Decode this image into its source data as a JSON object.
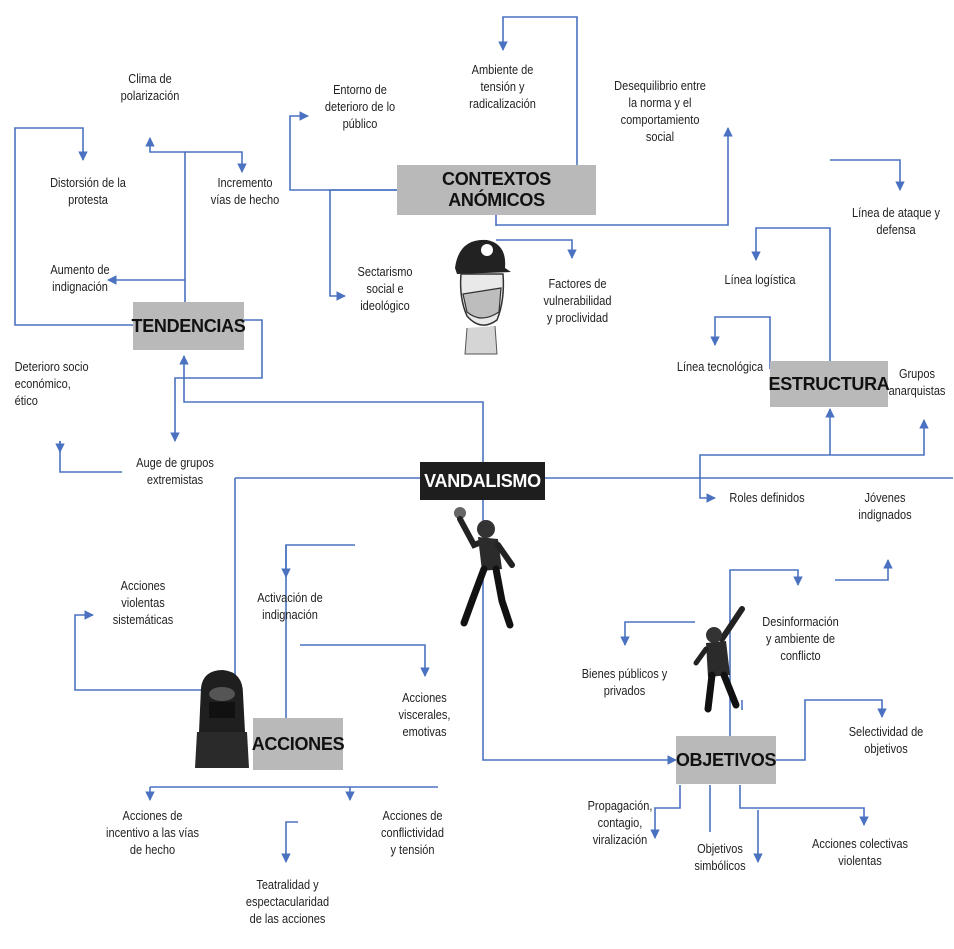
{
  "diagram": {
    "center": "VANDALISMO",
    "hubs": {
      "tendencias": "TENDENCIAS",
      "contextos": "CONTEXTOS ANÓMICOS",
      "estructura": "ESTRUCTURA",
      "acciones": "ACCIONES",
      "objetivos": "OBJETIVOS"
    },
    "nodes": {
      "clima": "Clima de\npolarización",
      "distorsion": "Distorsión de la\nprotesta",
      "incremento": "Incremento\nvías de hecho",
      "aumento": "Aumento de\nindignación",
      "deterioro_socio": "Deterioro socio\neconómico,\nético",
      "auge": "Auge de grupos\nextremistas",
      "entorno": "Entorno de\ndeterioro de lo\npúblico",
      "ambiente_tension": "Ambiente de\ntensión y\nradicalización",
      "desequilibrio": "Desequilibrio entre\nla norma y el\ncomportamiento\nsocial",
      "sectarismo": "Sectarismo\nsocial e\nideológico",
      "factores": "Factores de\nvulnerabilidad\ny proclividad",
      "linea_ataque": "Línea de ataque y\ndefensa",
      "linea_logistica": "Línea logística",
      "linea_tecnologica": "Línea tecnológica",
      "grupos_anarquistas": "Grupos\nanarquistas",
      "roles": "Roles definidos",
      "acciones_violentas": "Acciones\nviolentas\nsistemáticas",
      "activacion": "Activación de\nindignación",
      "viscerales": "Acciones\nviscerales,\nemotivas",
      "incentivo": "Acciones de\nincentivo a las vías\nde hecho",
      "teatralidad": "Teatralidad y\nespectacularidad\nde las acciones",
      "conflictividad": "Acciones de\nconflictividad\ny tensión",
      "jovenes": "Jóvenes\nindignados",
      "desinformacion": "Desinformación\ny ambiente de\nconflicto",
      "bienes": "Bienes públicos y\nprivados",
      "selectividad": "Selectividad de\nobjetivos",
      "propagacion": "Propagación,\ncontagio,\nviralización",
      "simbolicos": "Objetivos\nsimbólicos",
      "colectivas": "Acciones colectivas\nviolentas"
    },
    "colors": {
      "line": "#4a72c0",
      "hub": "#b9b9b9",
      "center": "#1e1e1e"
    },
    "icons": [
      "masked-protester-cap-icon",
      "stone-thrower-icon",
      "stone-thrower-small-icon",
      "hooded-protester-icon"
    ]
  }
}
